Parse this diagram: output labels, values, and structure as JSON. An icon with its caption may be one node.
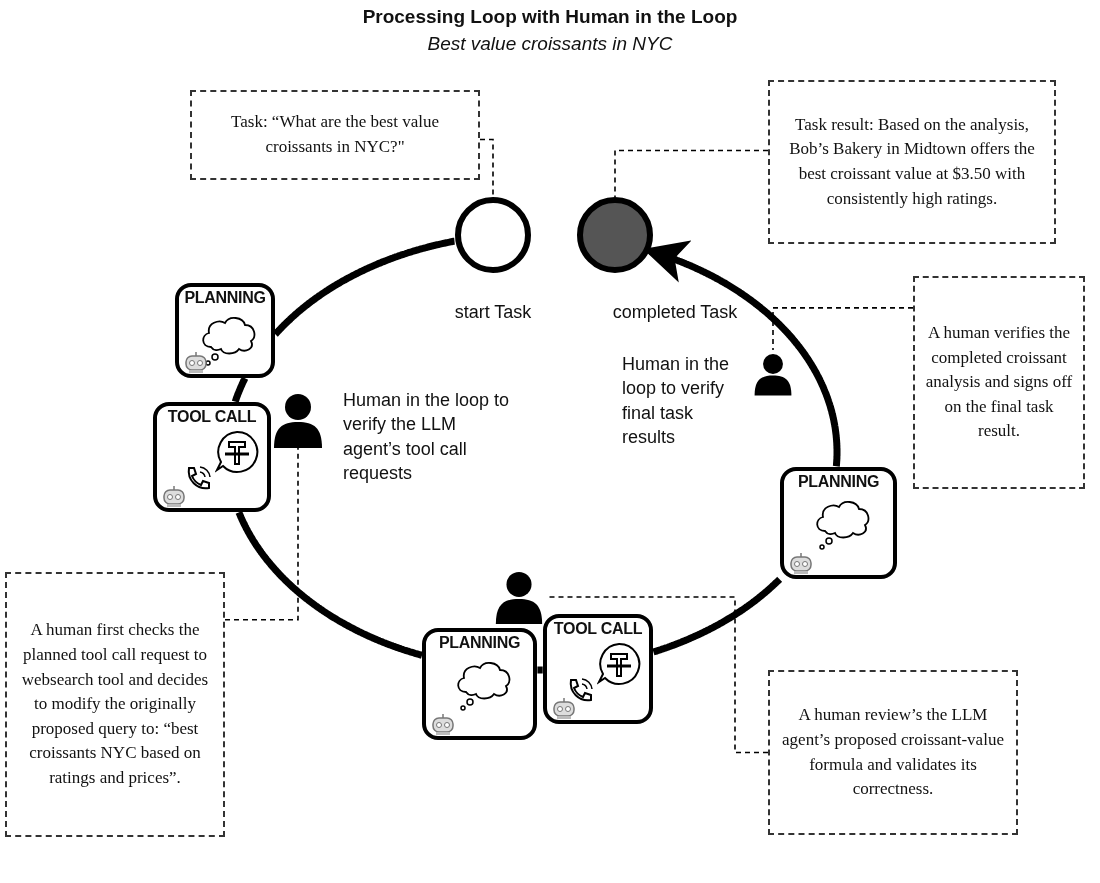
{
  "diagram": {
    "title": "Processing Loop with Human in the Loop",
    "caption": "Best value croissants in NYC",
    "nodes": [
      {
        "text": [
          "Task: “What are the best value croissants in NYC?\""
        ]
      },
      {
        "text": [],
        "shape": "circle",
        "beside": [
          "start Task"
        ]
      },
      {
        "text": [],
        "shape": "circle",
        "beside": [
          "completed Task"
        ]
      },
      {
        "text": [
          "Task result: Based on the analysis, Bob’s Bakery in Midtown offers the best croissant value at $3.50 with consistently high ratings."
        ]
      },
      {
        "text": [
          "PLANNING"
        ]
      },
      {
        "text": [],
        "shape": "person"
      },
      {
        "text": [
          "A human verifies the completed croissant analysis and signs off on the final task result."
        ]
      },
      {
        "text": [
          "TOOL CALL"
        ]
      },
      {
        "text": [],
        "shape": "person"
      },
      {
        "text": [
          "PLANNING"
        ]
      },
      {
        "text": [
          "A human first checks the planned tool call request to websearch tool and decides to modify the originally proposed query to: “best croissants NYC based on ratings and prices”."
        ]
      },
      {
        "text": [],
        "shape": "person"
      },
      {
        "text": [
          "PLANNING"
        ]
      },
      {
        "text": [
          "TOOL CALL"
        ]
      },
      {
        "text": [
          "A human review’s the LLM agent’s proposed croissant-value formula and validates its correctness."
        ]
      }
    ],
    "edges": [
      {
        "from": 0,
        "to": 1,
        "arrow": "none",
        "style": "dashed"
      },
      {
        "from": 3,
        "to": 2,
        "arrow": "none",
        "style": "dashed"
      },
      {
        "from": 1,
        "to": 4,
        "arrow": "none"
      },
      {
        "from": 4,
        "to": 7,
        "arrow": "none"
      },
      {
        "from": 7,
        "to": 12,
        "arrow": "none"
      },
      {
        "from": 12,
        "to": 13,
        "arrow": "none"
      },
      {
        "from": 13,
        "to": 9,
        "arrow": "none"
      },
      {
        "from": 9,
        "to": 2,
        "arrow": "to"
      },
      {
        "from": 6,
        "to": 5,
        "arrow": "none",
        "style": "dashed"
      },
      {
        "from": 10,
        "to": 8,
        "arrow": "none",
        "style": "dashed"
      },
      {
        "from": 14,
        "to": 11,
        "arrow": "none",
        "style": "dashed"
      }
    ],
    "labels": [
      "Human in the loop to verify the LLM agent’s tool call requests",
      "Human in the loop to verify final task results"
    ]
  }
}
